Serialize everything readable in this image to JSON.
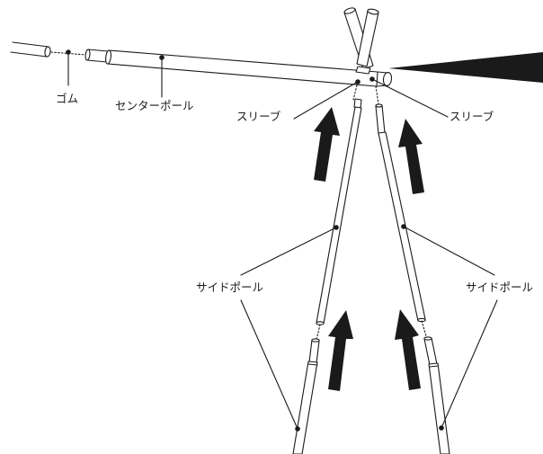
{
  "labels": {
    "gum": "ゴム",
    "center_pole": "センターポール",
    "sleeve_left": "スリーブ",
    "sleeve_right": "スリーブ",
    "side_pole_left": "サイドポール",
    "side_pole_right": "サイドポール"
  },
  "colors": {
    "line": "#1a1a1a",
    "arrow": "#1a1a1a",
    "pole_fill": "#ffffff"
  }
}
